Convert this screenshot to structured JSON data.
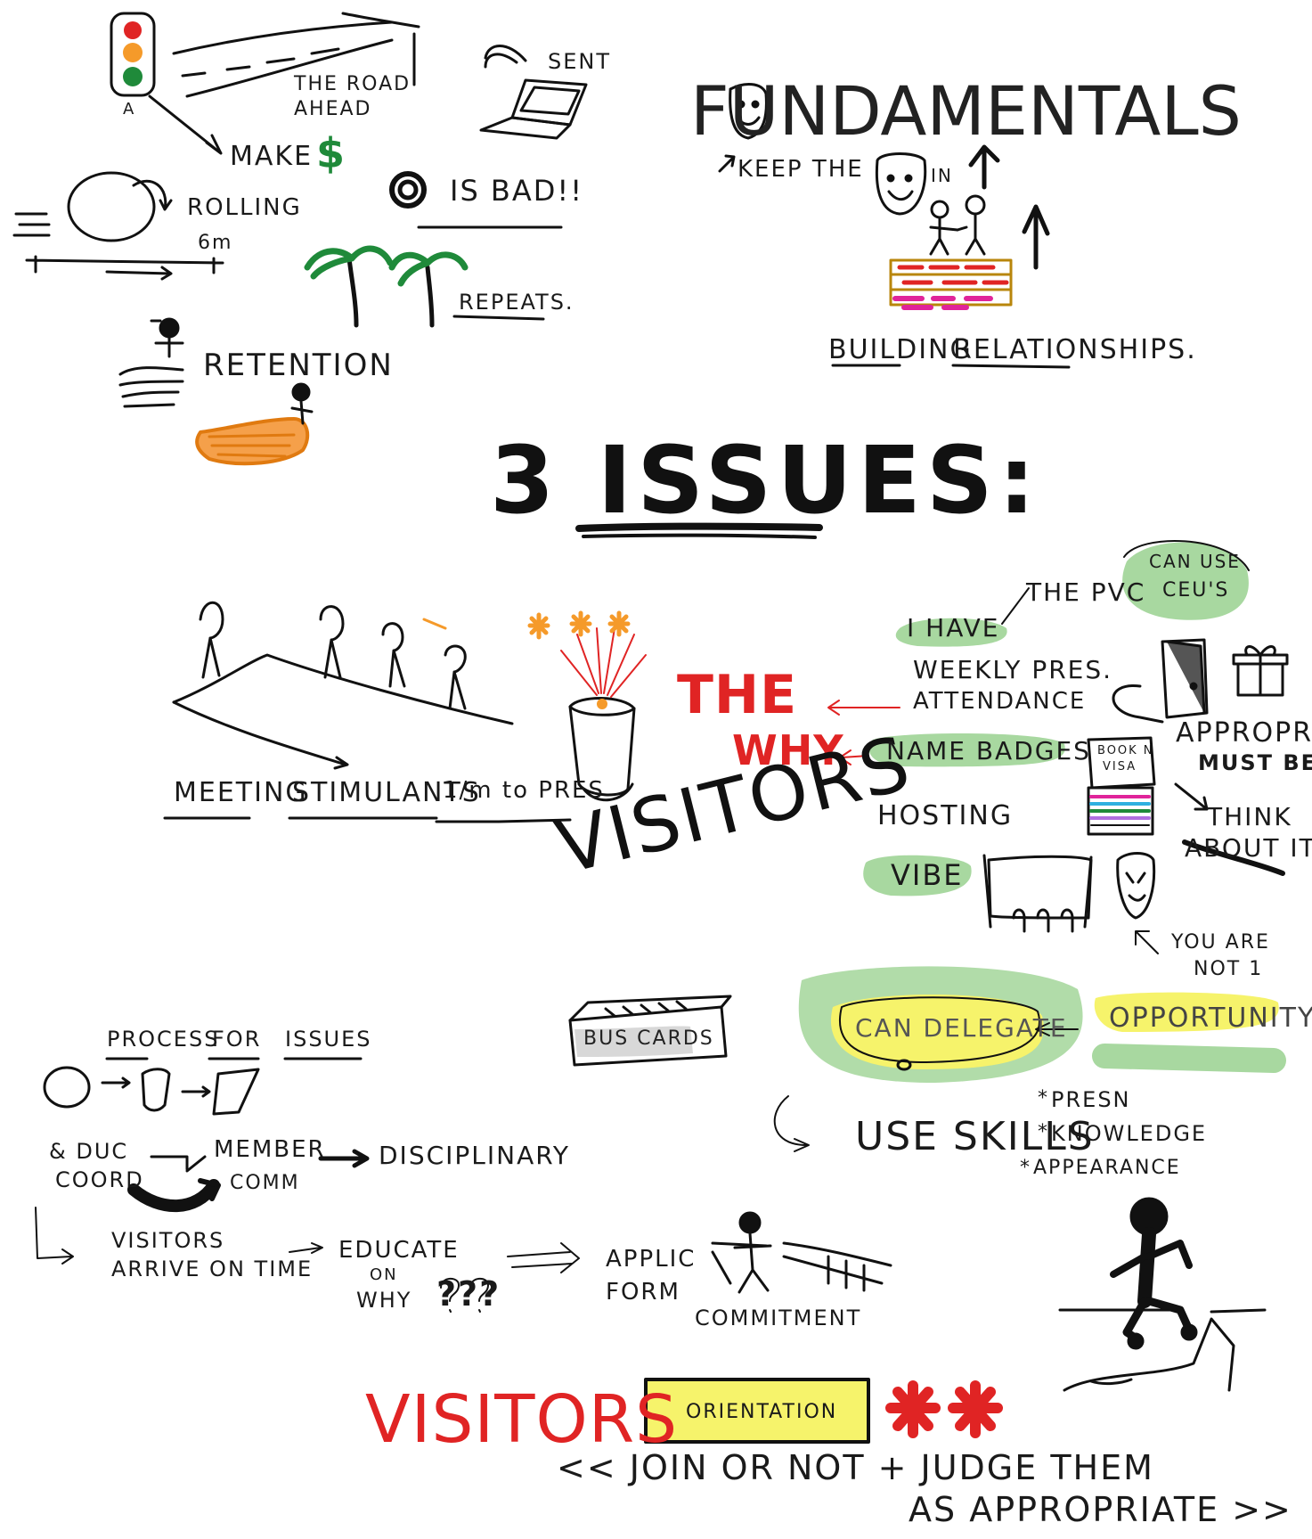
{
  "traffic_light": {
    "label": "A"
  },
  "road": {
    "label_line1": "THE ROAD",
    "label_line2": "AHEAD"
  },
  "make_money": {
    "label": "MAKE",
    "symbol": "$"
  },
  "sent": {
    "label": "SENT"
  },
  "is_bad": {
    "label": "IS BAD!!"
  },
  "rolling": {
    "label": "ROLLING",
    "distance": "6m"
  },
  "repeats": {
    "label": "REPEATS."
  },
  "retention": {
    "label": "RETENTION"
  },
  "fundamentals": {
    "title": "FUNDAMENTALS",
    "keep_the": "KEEP THE",
    "in": "IN",
    "building": "BUILDING",
    "relationships": "RELATIONSHIPS."
  },
  "main_title": "3 ISSUES:",
  "meeting_line": {
    "meeting": "MEETING",
    "stimulants": "STIMULANTS",
    "ratio": "1/m to PRES"
  },
  "the_why": {
    "the": "THE",
    "why": "WHY"
  },
  "visitors_big": "VISITORS",
  "right_cluster": {
    "the_pvc": "THE PVC",
    "can_use": "CAN USE",
    "ceus": "CEU'S",
    "i_have": "I HAVE",
    "weekly_pres": "WEEKLY PRES.",
    "attendance": "ATTENDANCE",
    "name_badges": "NAME BADGES",
    "hosting": "HOSTING",
    "vibe": "VIBE",
    "appropriate": "APPROPRIATE",
    "must_be": "MUST BE",
    "think_about_it": "THINK",
    "about_it": "ABOUT IT.",
    "book_note_1": "BOOK N",
    "book_note_2": "VISA",
    "you_are": "YOU ARE",
    "not1": "NOT 1",
    "can_delegate": "CAN DELEGATE",
    "opportunity": "OPPORTUNITY",
    "use_skills": "USE SKILLS",
    "skills": [
      "PRESN",
      "KNOWLEDGE",
      "APPEARANCE"
    ]
  },
  "bus_cards": "BUS CARDS",
  "process": {
    "title_1": "PROCESS",
    "title_2": "FOR",
    "title_3": "ISSUES",
    "educ_line1": "& DUC",
    "educ_line2": "COORD",
    "member_line1": "MEMBER",
    "member_line2": "COMM",
    "disciplinary": "DISCIPLINARY",
    "visitors_line1": "VISITORS",
    "visitors_line2": "ARRIVE ON TIME",
    "educate_line1": "EDUCATE",
    "educate_line2": "ON",
    "educate_line3": "WHY",
    "question_marks": "???",
    "applic_line1": "APPLIC",
    "applic_line2": "FORM",
    "commitment": "COMMITMENT"
  },
  "footer": {
    "visitors": "VISITORS",
    "orientation": "ORIENTATION",
    "line1": "<< JOIN OR NOT + JUDGE THEM",
    "line2": "AS APPROPRIATE >>"
  },
  "colors": {
    "ink": "#111111",
    "red": "#e02424",
    "green": "#1f8a3a",
    "highlight_green": "#a8d8a0",
    "highlight_yellow": "#f6f36b",
    "orange": "#f59a2a",
    "magenta": "#e0249a"
  }
}
